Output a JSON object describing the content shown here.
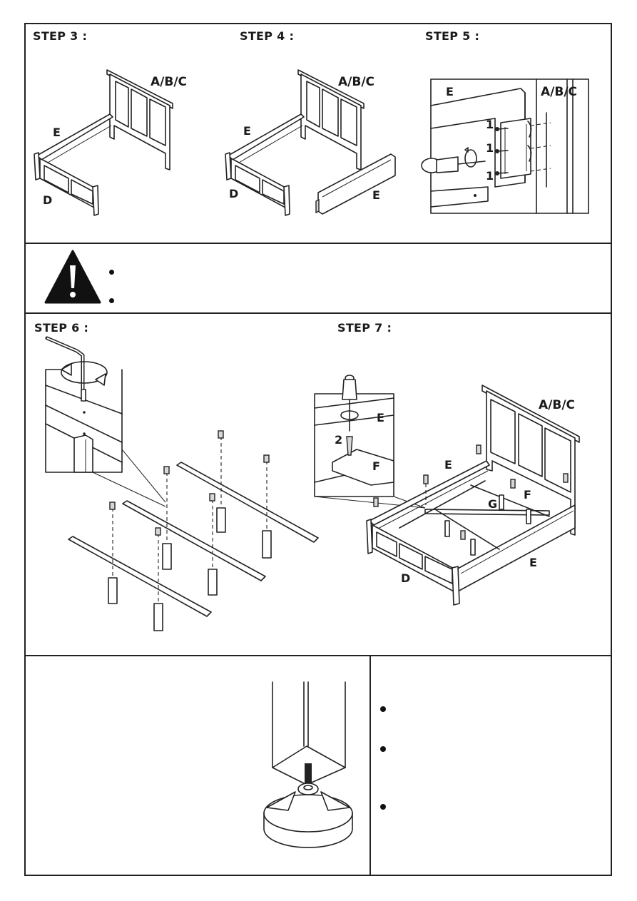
{
  "steps": {
    "step3": "STEP 3 :",
    "step4": "STEP 4 :",
    "step5": "STEP 5 :",
    "step6": "STEP 6 :",
    "step7": "STEP 7 :"
  },
  "labels": {
    "headboard": "A/B/C",
    "side_rail": "E",
    "footboard": "D",
    "center_rail": "F",
    "slat": "G",
    "screw_count_1": "1",
    "screw_count_2": "2"
  },
  "icons": {
    "warning": "warning-triangle-icon",
    "screwdriver": "screwdriver-icon",
    "allen_key": "allen-key-icon",
    "rotate": "rotate-arrow-icon"
  }
}
